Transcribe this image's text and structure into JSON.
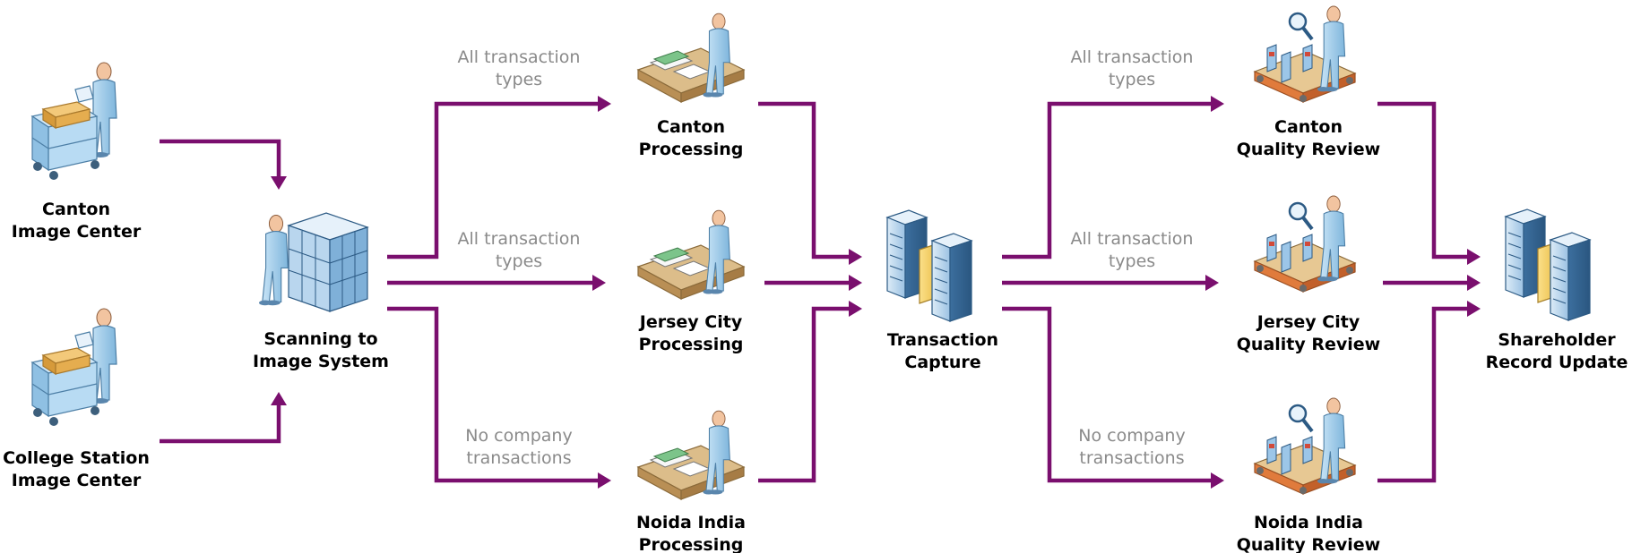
{
  "colors": {
    "arrow": "#7a0f6e",
    "edge_label": "#8a8a8a",
    "node_label": "#000000",
    "person_skin": "#f2c4a0",
    "person_body": "#a9d4ee",
    "server_light": "#cfe3f3",
    "server_dark": "#4a82b3",
    "desk": "#c9a46c",
    "conveyor": "#e07b3c"
  },
  "nodes": [
    {
      "id": "canton_image_center",
      "icon": "person-cart-icon",
      "lines": [
        "Canton",
        "Image Center"
      ]
    },
    {
      "id": "college_station_image_center",
      "icon": "person-cart-icon",
      "lines": [
        "College Station",
        "Image Center"
      ]
    },
    {
      "id": "scanning",
      "icon": "person-server-rack-icon",
      "lines": [
        "Scanning to",
        "Image System"
      ]
    },
    {
      "id": "canton_processing",
      "icon": "person-desk-icon",
      "lines": [
        "Canton",
        "Processing"
      ]
    },
    {
      "id": "jersey_city_processing",
      "icon": "person-desk-icon",
      "lines": [
        "Jersey City",
        "Processing"
      ]
    },
    {
      "id": "noida_processing",
      "icon": "person-desk-icon",
      "lines": [
        "Noida India",
        "Processing"
      ]
    },
    {
      "id": "transaction_capture",
      "icon": "server-cluster-icon",
      "lines": [
        "Transaction",
        "Capture"
      ]
    },
    {
      "id": "canton_qr",
      "icon": "quality-review-conveyor-icon",
      "lines": [
        "Canton",
        "Quality Review"
      ]
    },
    {
      "id": "jersey_city_qr",
      "icon": "quality-review-conveyor-icon",
      "lines": [
        "Jersey City",
        "Quality Review"
      ]
    },
    {
      "id": "noida_qr",
      "icon": "quality-review-conveyor-icon",
      "lines": [
        "Noida India",
        "Quality Review"
      ]
    },
    {
      "id": "shareholder",
      "icon": "server-cluster-icon",
      "lines": [
        "Shareholder",
        "Record Update"
      ]
    }
  ],
  "edge_labels": {
    "scan_to_canton": [
      "All transaction",
      "types"
    ],
    "scan_to_jersey": [
      "All transaction",
      "types"
    ],
    "scan_to_noida": [
      "No company",
      "transactions"
    ],
    "capture_to_canton_qr": [
      "All transaction",
      "types"
    ],
    "capture_to_jersey_qr": [
      "All transaction",
      "types"
    ],
    "capture_to_noida_qr": [
      "No company",
      "transactions"
    ]
  }
}
